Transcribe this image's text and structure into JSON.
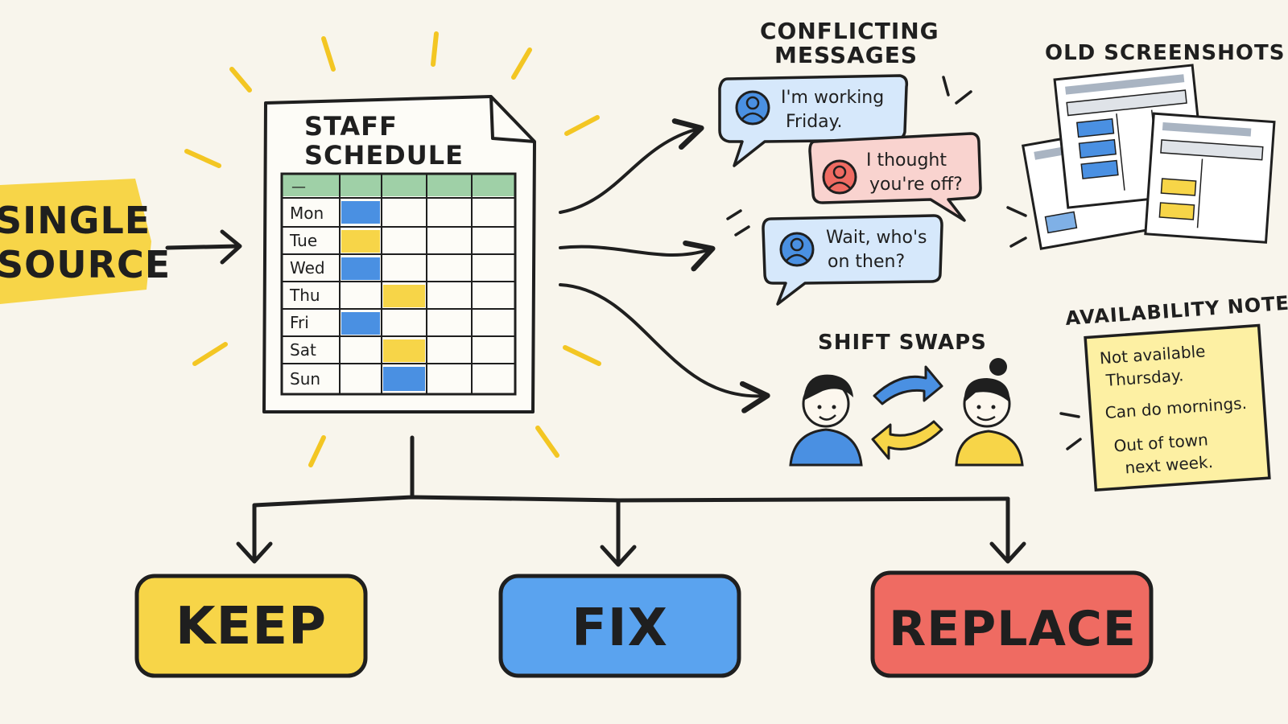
{
  "source": {
    "line1": "SINGLE",
    "line2": "SOURCE"
  },
  "schedule": {
    "title_line1": "STAFF",
    "title_line2": "SCHEDULE",
    "header_mark": "—",
    "days": [
      "Mon",
      "Tue",
      "Wed",
      "Thu",
      "Fri",
      "Sat",
      "Sun"
    ]
  },
  "messages": {
    "heading_line1": "CONFLICTING",
    "heading_line2": "MESSAGES",
    "bubble1": {
      "line1": "I'm working",
      "line2": "Friday."
    },
    "bubble2": {
      "line1": "I thought",
      "line2": "you're off?"
    },
    "bubble3": {
      "line1": "Wait, who's",
      "line2": "on then?"
    }
  },
  "screenshots": {
    "heading": "OLD SCREENSHOTS"
  },
  "swaps": {
    "heading": "SHIFT SWAPS"
  },
  "availability": {
    "heading": "AVAILABILITY NOTES",
    "line1": "Not available",
    "line2": "Thursday.",
    "line3": "Can do mornings.",
    "line4": "Out of town",
    "line5": "next week."
  },
  "decisions": {
    "keep": "KEEP",
    "fix": "FIX",
    "replace": "REPLACE"
  },
  "colors": {
    "ink": "#1f1f1f",
    "yellow": "#f7d548",
    "blue": "#4a90e2",
    "red": "#ef6b62",
    "green": "#9fd0a7",
    "paper": "#f8f5ec",
    "bubble_blue": "#d6e8fb",
    "bubble_red": "#f9d3cf",
    "note_yellow": "#fdf0a3"
  }
}
